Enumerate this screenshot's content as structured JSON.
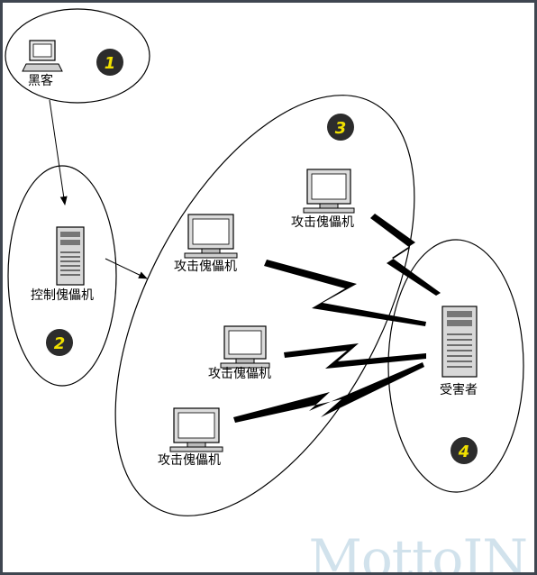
{
  "nodes": {
    "hacker": "黑客",
    "master": "控制傀儡机",
    "zombie1": "攻击傀儡机",
    "zombie2": "攻击傀儡机",
    "zombie3": "攻击傀儡机",
    "zombie4": "攻击傀儡机",
    "victim": "受害者"
  },
  "zones": [
    "1",
    "2",
    "3",
    "4"
  ],
  "watermark": "MottoIN",
  "colors": {
    "badge": "#2c2c2c",
    "badge_text": "#f0e000",
    "frame": "#3f4650"
  }
}
